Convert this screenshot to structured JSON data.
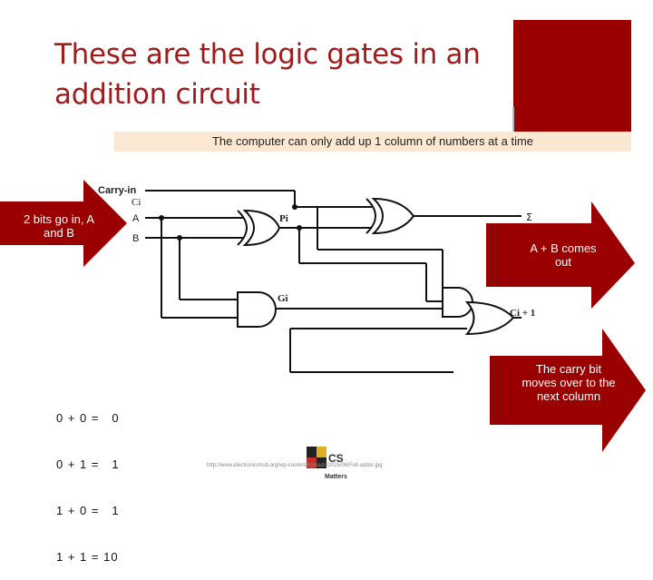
{
  "title": "These are the logic gates in an addition circuit",
  "subtitle": "The computer can only add up 1 column of numbers at a time",
  "arrows": {
    "left": "2 bits go in, A and B",
    "right_top": "A + B comes out",
    "right_bottom": "The carry bit moves over to the next column"
  },
  "circuit_labels": {
    "carry_in": "Carry-in",
    "ci": "Ci",
    "a": "A",
    "b": "B",
    "pi": "Pi",
    "gi": "Gi",
    "sum": "Σ",
    "carry_out": "Ci + 1"
  },
  "sums": [
    "0 + 0 =   0",
    "0 + 1 =   1",
    "1 + 0 =   1",
    "1 + 1 = 10"
  ],
  "source_url": "http://www.electronicshub.org/wp-content/uploads/2015/06/Full-adder.jpg",
  "logo": {
    "line1": "CS",
    "line2": "Matters"
  },
  "colors": {
    "accent": "#9b0000",
    "title": "#a01c1c",
    "subtitle_bg": "#fbe8d2"
  }
}
